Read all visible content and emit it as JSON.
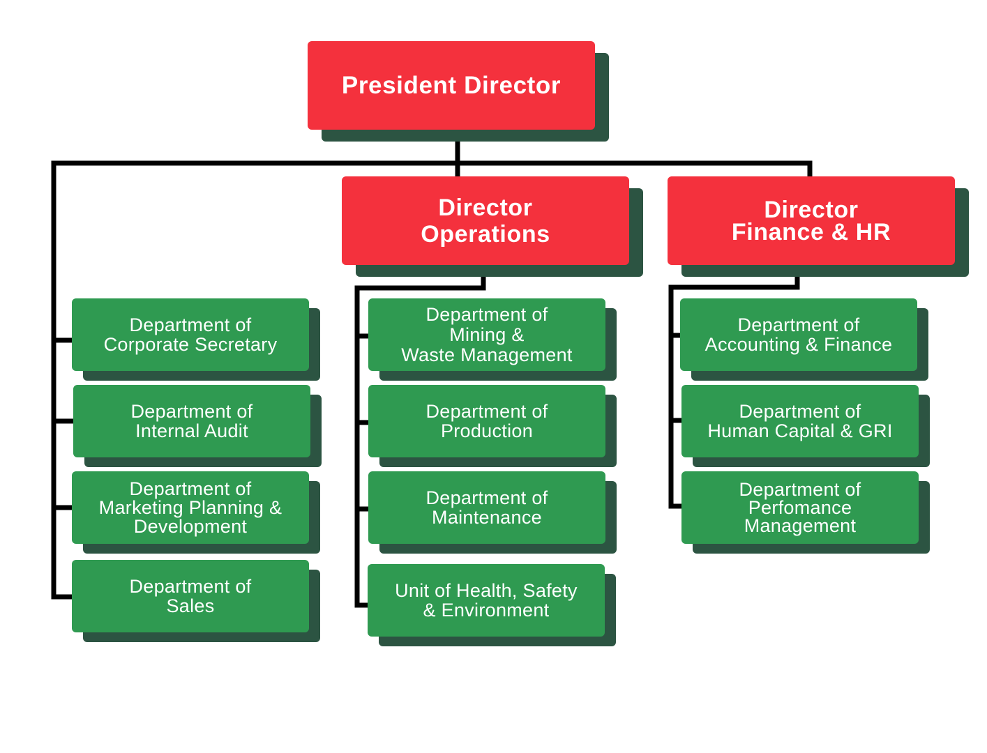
{
  "colors": {
    "director_fill": "#f4313d",
    "department_fill": "#2f9a51",
    "shadow": "#2c5442",
    "connector": "#000000"
  },
  "president": {
    "title": "President Director"
  },
  "directors": [
    {
      "title": "Director\nOperations"
    },
    {
      "title": "Director\nFinance & HR"
    }
  ],
  "departments": {
    "president_direct": [
      {
        "label": "Department of\nCorporate Secretary"
      },
      {
        "label": "Department of\nInternal Audit"
      },
      {
        "label": "Department of\nMarketing Planning &\nDevelopment"
      },
      {
        "label": "Department of\nSales"
      }
    ],
    "operations": [
      {
        "label": "Department of\nMining &\nWaste Management"
      },
      {
        "label": "Department of\nProduction"
      },
      {
        "label": "Department of\nMaintenance"
      },
      {
        "label": "Unit of Health, Safety\n& Environment"
      }
    ],
    "finance_hr": [
      {
        "label": "Department of\nAccounting & Finance"
      },
      {
        "label": "Department of\nHuman Capital & GRI"
      },
      {
        "label": "Department of\nPerfomance\nManagement"
      }
    ]
  }
}
